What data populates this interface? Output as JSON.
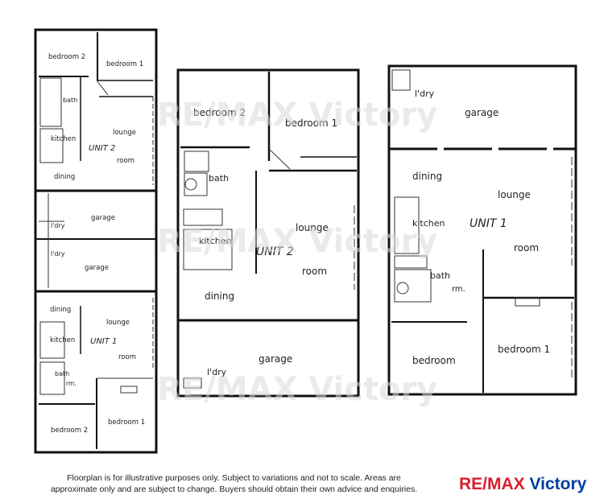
{
  "watermark": {
    "text": "RE/MAX Victory"
  },
  "left_plan": {
    "unit2": {
      "bedroom2": "bedroom 2",
      "bedroom1": "bedroom 1",
      "bath": "bath",
      "lounge": "lounge",
      "kitchen": "kitchen",
      "unit": "UNIT 2",
      "room": "room",
      "dining": "dining"
    },
    "garage_block": {
      "ldry_top": "l'dry",
      "garage_top": "garage",
      "ldry_bottom": "l'dry",
      "garage_bottom": "garage"
    },
    "unit1": {
      "dining": "dining",
      "lounge": "lounge",
      "kitchen": "kitchen",
      "unit": "UNIT 1",
      "room": "room",
      "bath": "bath",
      "rm": "rm.",
      "bedroom2": "bedroom 2",
      "bedroom1": "bedroom 1"
    }
  },
  "middle_plan": {
    "bedroom2": "bedroom 2",
    "bedroom1": "bedroom 1",
    "bath": "bath",
    "lounge": "lounge",
    "kitchen": "kitchen",
    "unit": "UNIT 2",
    "room": "room",
    "dining": "dining",
    "garage": "garage",
    "ldry": "l'dry"
  },
  "right_plan": {
    "ldry": "l'dry",
    "garage": "garage",
    "dining": "dining",
    "lounge": "lounge",
    "kitchen": "kitchen",
    "unit": "UNIT 1",
    "room": "room",
    "bath": "bath",
    "rm": "rm.",
    "bedroom": "bedroom",
    "bedroom1": "bedroom 1"
  },
  "footer": {
    "disclaimer_line1": "Floorplan is for illustrative purposes only. Subject to variations and not to scale. Areas are",
    "disclaimer_line2": "approximate only and are subject to change. Buyers should obtain their own advice and enquiries.",
    "brand_re": "RE/MAX",
    "brand_name": "Victory"
  }
}
